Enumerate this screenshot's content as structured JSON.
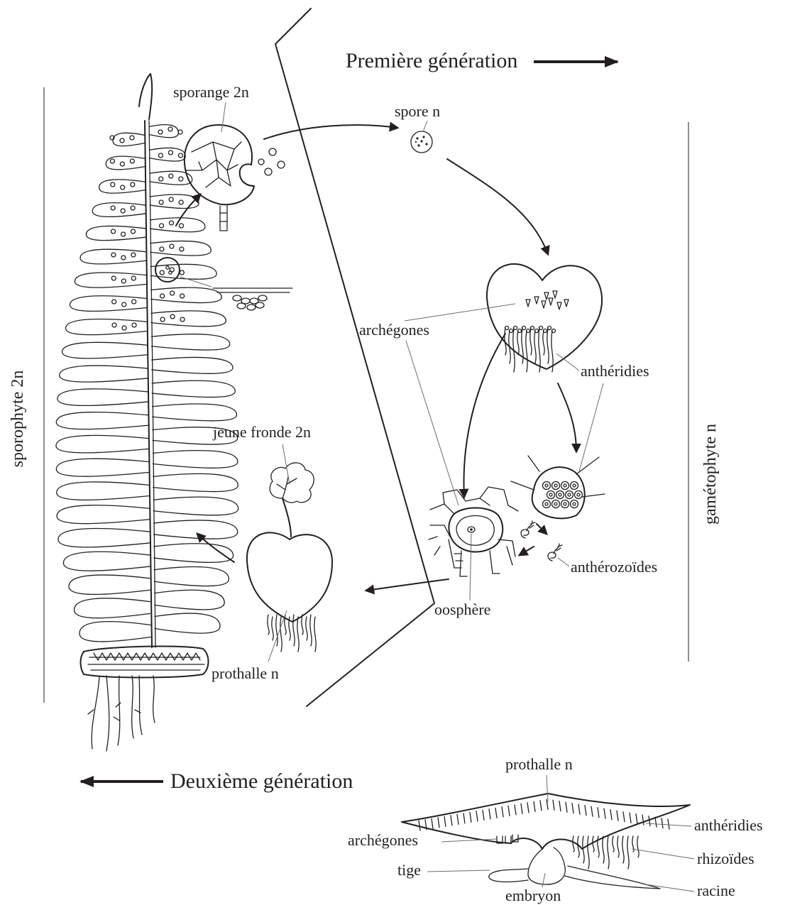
{
  "headings": {
    "first_generation": "Première génération",
    "second_generation": "Deuxième génération"
  },
  "side_labels": {
    "sporophyte": "sporophyte 2n",
    "gametophyte": "gamétophyte n"
  },
  "labels": {
    "sporange": "sporange 2n",
    "spore": "spore n",
    "archegones": "archégones",
    "antheridies": "anthéridies",
    "antherozoides": "anthérozoïdes",
    "oosphere": "oosphère",
    "jeune_fronde": "jeune fronde 2n",
    "prothalle": "prothalle n"
  },
  "inset_labels": {
    "prothalle": "prothalle n",
    "archegones": "archégones",
    "antheridies": "anthéridies",
    "rhizoides": "rhizoïdes",
    "tige": "tige",
    "embryon": "embryon",
    "racine": "racine"
  },
  "colors": {
    "ink": "#231f20",
    "leader": "#6b6b6b",
    "paper": "#ffffff"
  }
}
